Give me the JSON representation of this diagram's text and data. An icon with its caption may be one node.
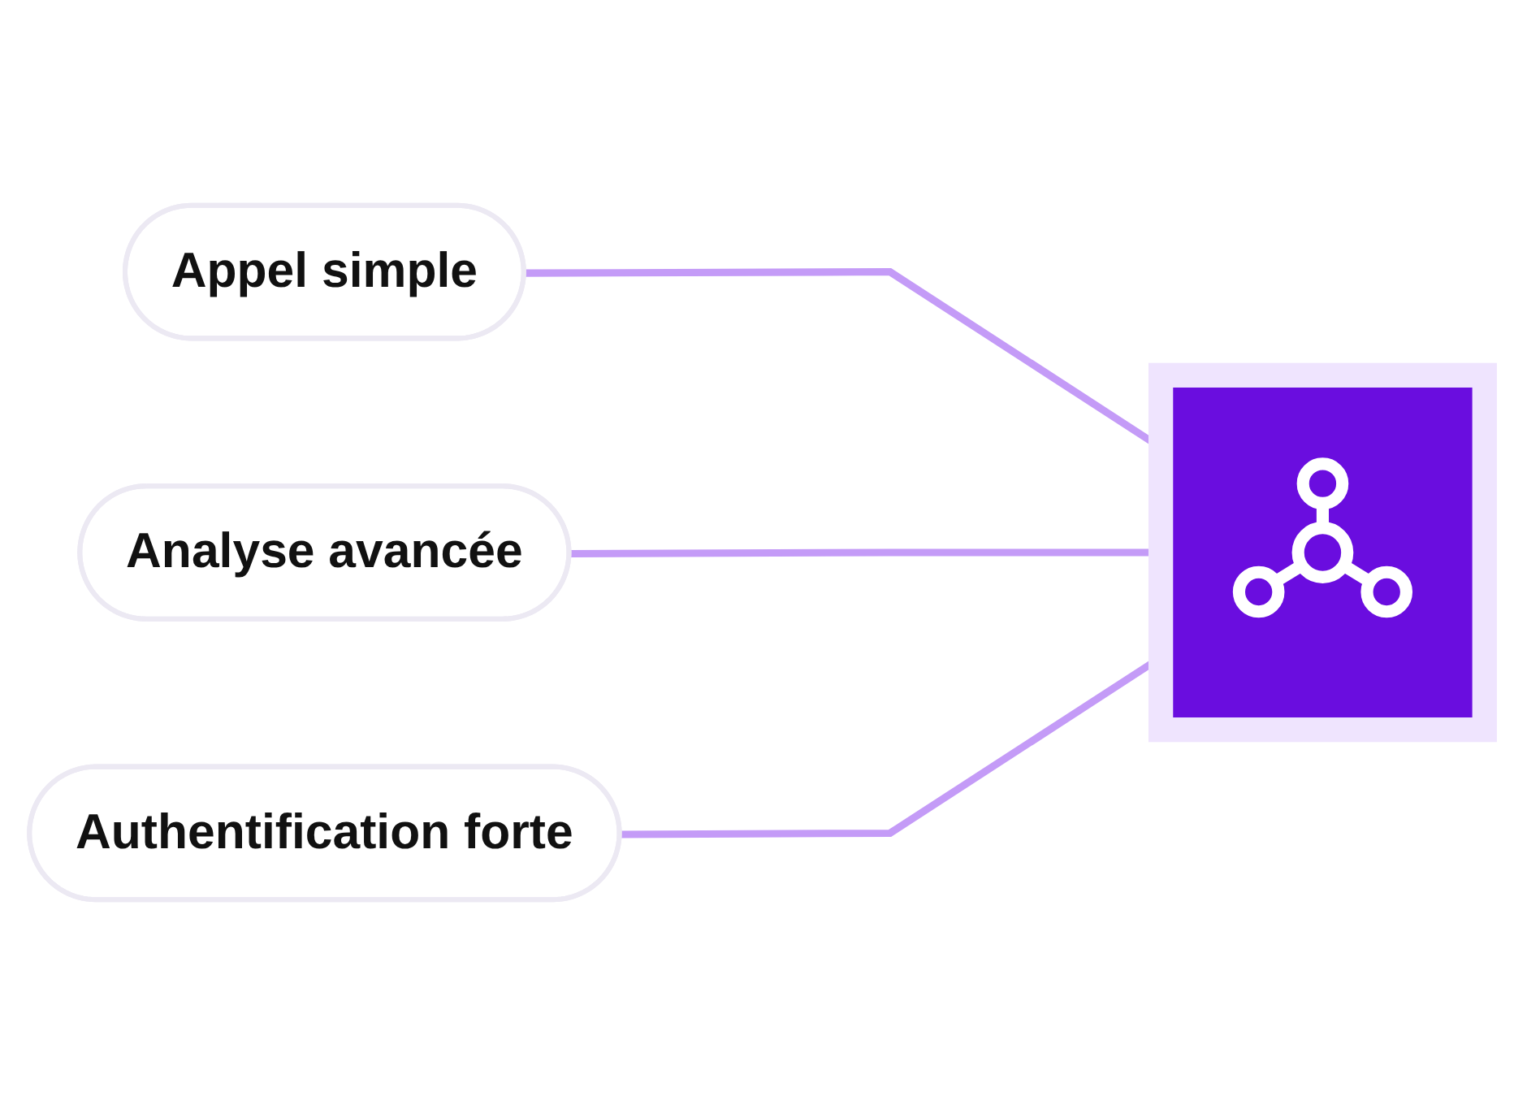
{
  "diagram": {
    "nodes": [
      {
        "text": [
          "Appel simple"
        ]
      },
      {
        "text": [
          "Analyse avancée"
        ]
      },
      {
        "text": [
          "Authentification forte"
        ]
      },
      {
        "text": [],
        "shape": "box"
      }
    ],
    "edges": [
      {
        "from": 0,
        "to": 3,
        "arrow": "none"
      },
      {
        "from": 1,
        "to": 3,
        "arrow": "none"
      },
      {
        "from": 2,
        "to": 3,
        "arrow": "none"
      }
    ]
  }
}
